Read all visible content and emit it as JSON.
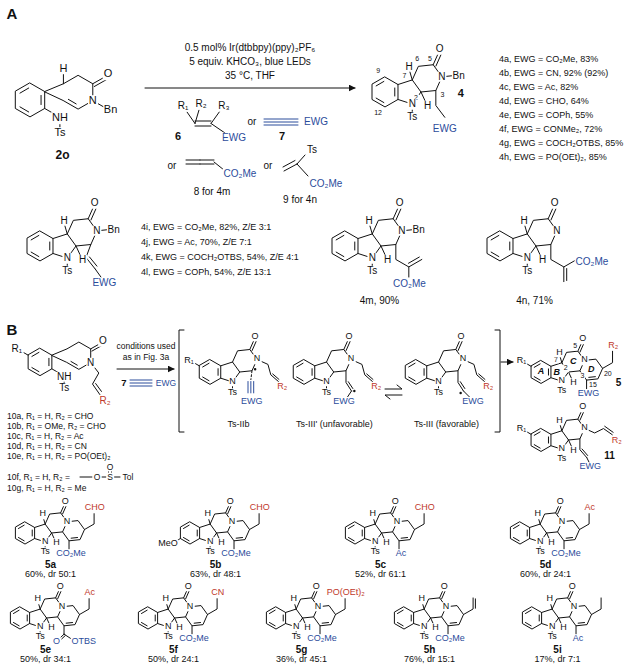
{
  "diagram": {
    "labels": [
      "A",
      "O",
      "N",
      "Bn",
      "NH",
      "Ts",
      "H",
      "2o",
      "0.5 mol% Ir(dtbbpy)(ppy)₂PF₆",
      "5 equiv. KHCO₃, blue LEDs",
      "35 °C, THF",
      "R₁",
      "R₂",
      "R₃",
      "EWG",
      "6",
      "or",
      "EWG",
      "7",
      "or",
      "CO₂Me",
      "8 for 4m",
      "or",
      "Ts",
      "CO₂Me",
      "9 for 4n",
      "9",
      "12",
      "7",
      "2",
      "3",
      "6",
      "5",
      "N",
      "Ts",
      "H",
      "H",
      "O",
      "N",
      "Bn",
      "EWG",
      "4",
      "4a, EWG = CO₂Me, 83%",
      "4b, EWG = CN, 92% (92%)",
      "4c, EWG = Ac, 82%",
      "4d, EWG = CHO, 64%",
      "4e, EWG = COPh, 55%",
      "4f, EWG = CONMe₂, 72%",
      "4g, EWG = COCH₂OTBS, 85%",
      "4h, EWG = PO(OEt)₂, 85%",
      "N",
      "Ts",
      "H",
      "H",
      "O",
      "N",
      "Bn",
      "EWG",
      "4i, EWG = CO₂Me, 82%, Z/E 3:1",
      "4j, EWG = Ac, 70%, Z/E 7:1",
      "4k, EWG = COCH₂OTBS, 54%, Z/E 4:1",
      "4l, EWG = COPh, 54%, Z/E 13:1",
      "N",
      "Ts",
      "H",
      "H",
      "O",
      "N",
      "Bn",
      "CO₂Me",
      "4m, 90%",
      "N",
      "Ts",
      "H",
      "H",
      "O",
      "N",
      "CO₂Me",
      "4n, 71%",
      "B",
      "R₁",
      "NH",
      "Ts",
      "O",
      "N",
      "R₂",
      "conditions used",
      "as in Fig. 3a",
      "7",
      "EWG",
      "R₁",
      "N",
      "Ts",
      "O",
      "N",
      "EWG",
      "R₂",
      "Ts-IIb",
      "N",
      "Ts",
      "O",
      "N",
      "EWG",
      "R₂",
      "Ts-III' (unfavorable)",
      "N",
      "Ts",
      "O",
      "N",
      "EWG",
      "R₂",
      "Ts-III (favorable)",
      "A",
      "B",
      "C",
      "D",
      "7",
      "2",
      "3",
      "5",
      "15",
      "20",
      "N",
      "Ts",
      "H",
      "H",
      "O",
      "N",
      "EWG",
      "R₂",
      "R₁",
      "5",
      "R₁",
      "N",
      "Ts",
      "H",
      "H",
      "O",
      "N",
      "EWG",
      "R₂",
      "11",
      "10a, R₁ = H, R₂ = CHO",
      "10b, R₁ = OMe, R₂ = CHO",
      "10c, R₁ = H, R₂ = Ac",
      "10d, R₁ = H, R₂ = CN",
      "10e, R₁ = H, R₂ = PO(OEt)₂",
      "10f, R₁ = H, R₂ =",
      "O",
      "S",
      "O",
      "Tol",
      "10g, R₁ = H, R₂ = Me",
      "N",
      "Ts",
      "H",
      "H",
      "O",
      "N",
      "CHO",
      "CO₂Me",
      "5a",
      "60%, dr 50:1",
      "MeO",
      "N",
      "Ts",
      "H",
      "H",
      "O",
      "N",
      "CHO",
      "CO₂Me",
      "5b",
      "63%, dr 48:1",
      "N",
      "Ts",
      "H",
      "H",
      "O",
      "N",
      "CHO",
      "Ac",
      "5c",
      "52%, dr 61:1",
      "N",
      "Ts",
      "H",
      "H",
      "O",
      "N",
      "Ac",
      "CO₂Me",
      "5d",
      "60%, dr 24:1",
      "N",
      "Ts",
      "H",
      "H",
      "O",
      "N",
      "Ac",
      "O",
      "OTBS",
      "5e",
      "50%, dr 34:1",
      "N",
      "Ts",
      "H",
      "H",
      "O",
      "N",
      "CN",
      "CO₂Me",
      "5f",
      "50%, dr 24:1",
      "N",
      "Ts",
      "H",
      "H",
      "O",
      "N",
      "PO(OEt)₂",
      "CO₂Me",
      "5g",
      "36%, dr 45:1",
      "N",
      "Ts",
      "H",
      "H",
      "O",
      "N",
      "CO₂Me",
      "5h",
      "76%, dr 15:1",
      "N",
      "Ts",
      "H",
      "H",
      "O",
      "N",
      "Ac",
      "5i",
      "17%, dr 7:1"
    ]
  }
}
